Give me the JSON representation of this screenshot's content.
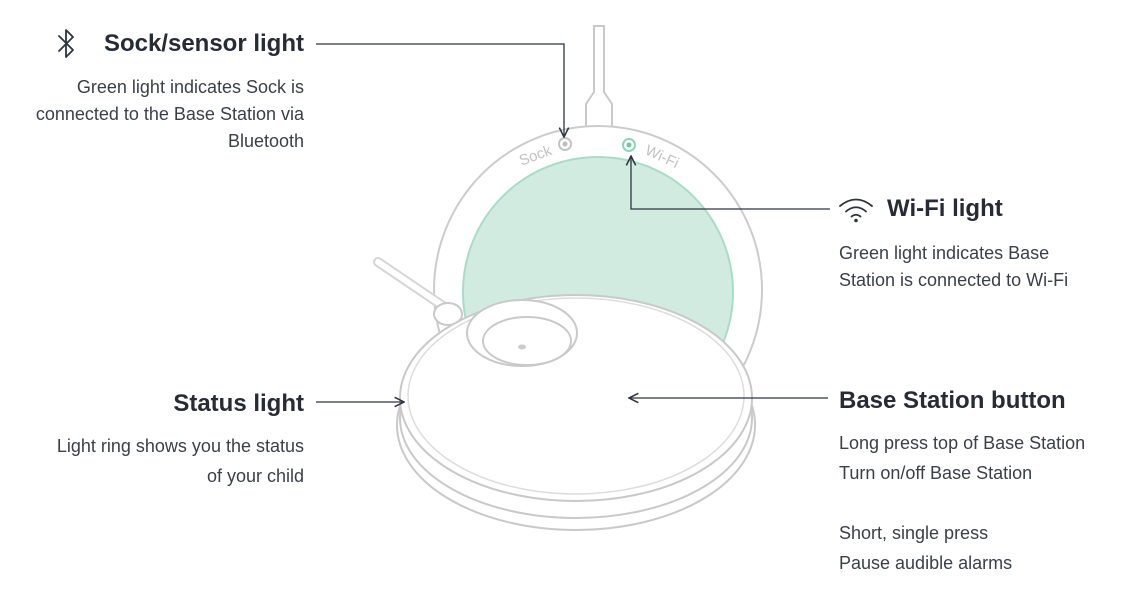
{
  "sock_sensor": {
    "heading": "Sock/sensor light",
    "icon": "bluetooth-icon",
    "desc_lines": [
      "Green light indicates Sock is",
      "connected to the Base Station via",
      "Bluetooth"
    ]
  },
  "wifi": {
    "heading": "Wi-Fi light",
    "icon": "wifi-icon",
    "desc_lines": [
      "Green light indicates Base",
      "Station is connected to Wi-Fi"
    ]
  },
  "status": {
    "heading": "Status light",
    "desc_lines": [
      "Light ring shows you the status",
      "of your child"
    ]
  },
  "button": {
    "heading": "Base Station button",
    "desc_lines": [
      "Long press top of Base Station",
      "Turn on/off Base Station",
      "",
      "Short, single press",
      "Pause audible alarms"
    ]
  },
  "device": {
    "sock_label": "Sock",
    "wifi_label": "Wi-Fi"
  },
  "colors": {
    "ring_fill": "#d2ebe1",
    "ring_stroke": "#a9dcc7",
    "indicator_green": "#6cc9a5",
    "indicator_gray": "#b8b8b8",
    "outline": "#c9c9c9",
    "leader_line": "#2e3440"
  }
}
